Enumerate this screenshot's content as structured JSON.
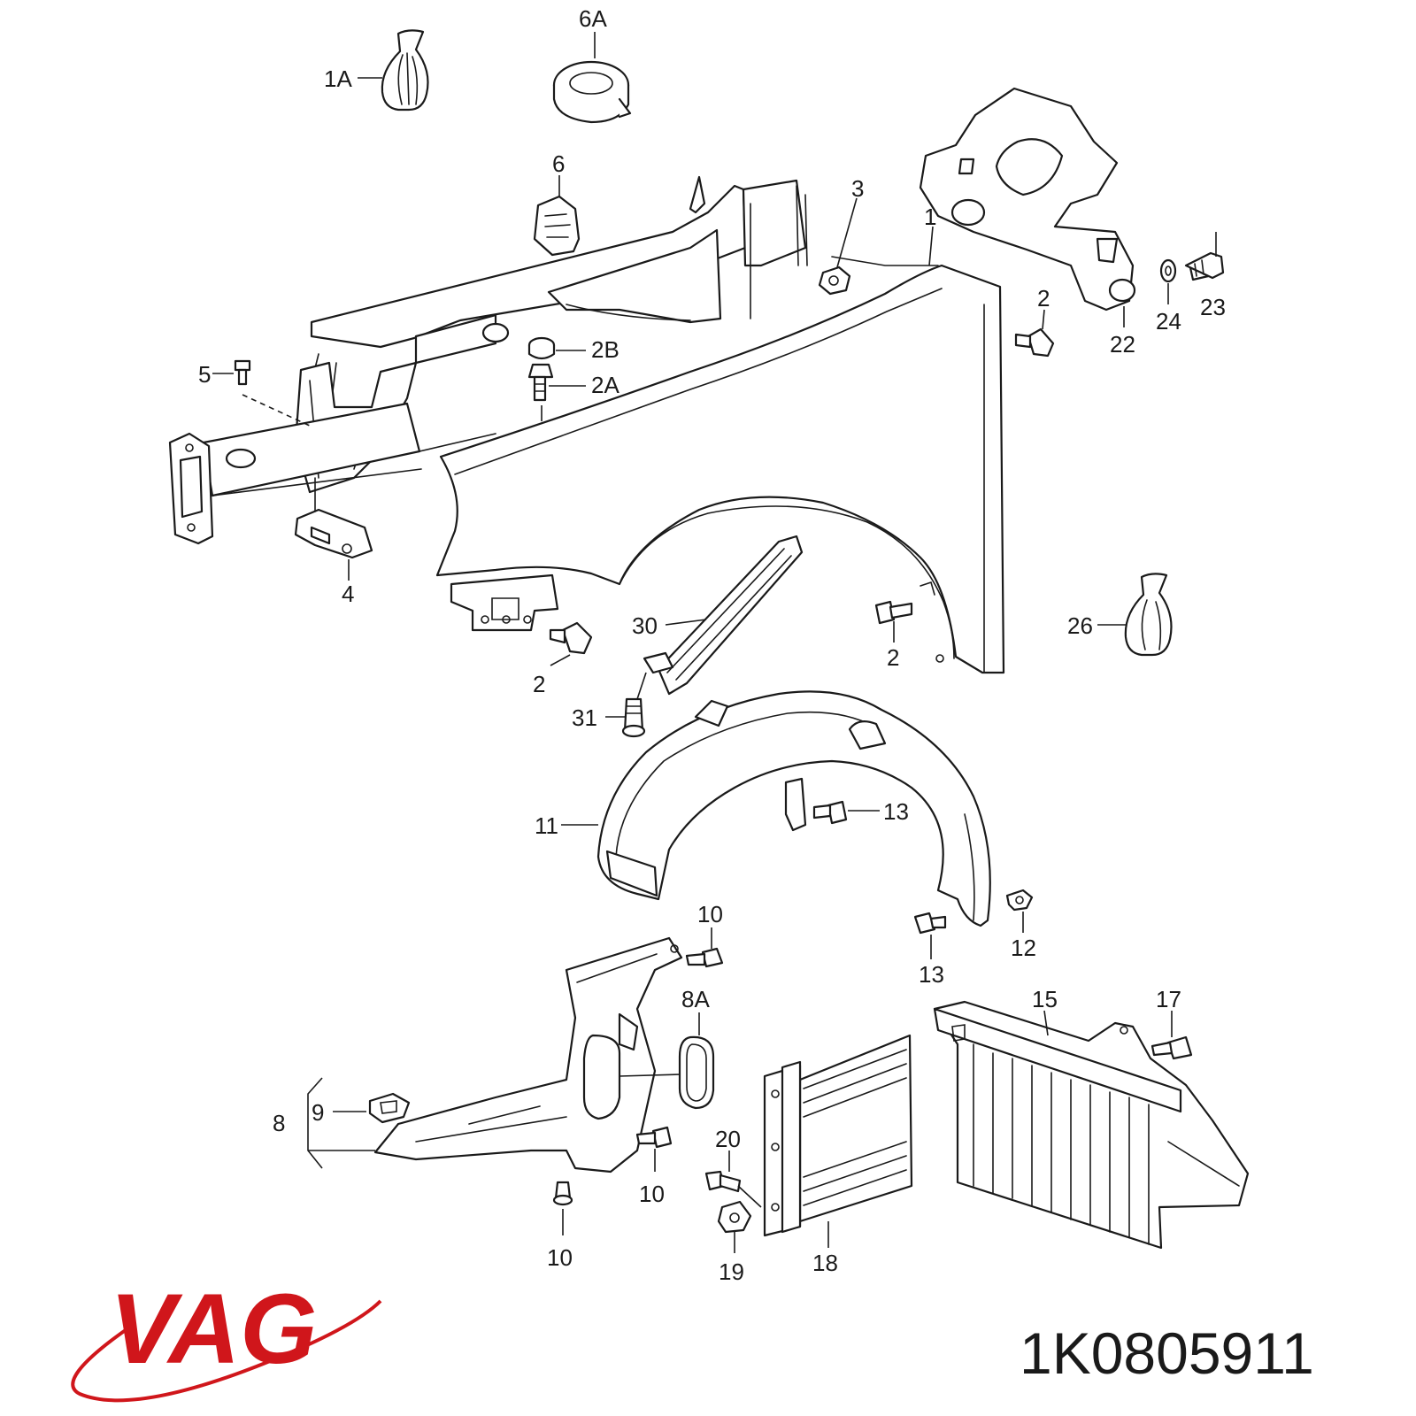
{
  "brand": {
    "name": "VAG",
    "color": "#d0161b"
  },
  "part_number": "1K0805911",
  "callouts": [
    {
      "id": "1A",
      "label": "1A"
    },
    {
      "id": "6A",
      "label": "6A"
    },
    {
      "id": "6",
      "label": "6"
    },
    {
      "id": "3",
      "label": "3"
    },
    {
      "id": "1",
      "label": "1"
    },
    {
      "id": "2-top",
      "label": "2"
    },
    {
      "id": "22",
      "label": "22"
    },
    {
      "id": "24",
      "label": "24"
    },
    {
      "id": "23",
      "label": "23"
    },
    {
      "id": "2B",
      "label": "2B"
    },
    {
      "id": "2A",
      "label": "2A"
    },
    {
      "id": "5",
      "label": "5"
    },
    {
      "id": "4",
      "label": "4"
    },
    {
      "id": "30",
      "label": "30"
    },
    {
      "id": "2-left",
      "label": "2"
    },
    {
      "id": "2-right",
      "label": "2"
    },
    {
      "id": "26",
      "label": "26"
    },
    {
      "id": "31",
      "label": "31"
    },
    {
      "id": "11",
      "label": "11"
    },
    {
      "id": "13-upper",
      "label": "13"
    },
    {
      "id": "13-lower",
      "label": "13"
    },
    {
      "id": "12",
      "label": "12"
    },
    {
      "id": "10-top",
      "label": "10"
    },
    {
      "id": "8A",
      "label": "8A"
    },
    {
      "id": "9",
      "label": "9"
    },
    {
      "id": "8",
      "label": "8"
    },
    {
      "id": "10-mid",
      "label": "10"
    },
    {
      "id": "10-bottom",
      "label": "10"
    },
    {
      "id": "20",
      "label": "20"
    },
    {
      "id": "19",
      "label": "19"
    },
    {
      "id": "18",
      "label": "18"
    },
    {
      "id": "15",
      "label": "15"
    },
    {
      "id": "17",
      "label": "17"
    }
  ]
}
